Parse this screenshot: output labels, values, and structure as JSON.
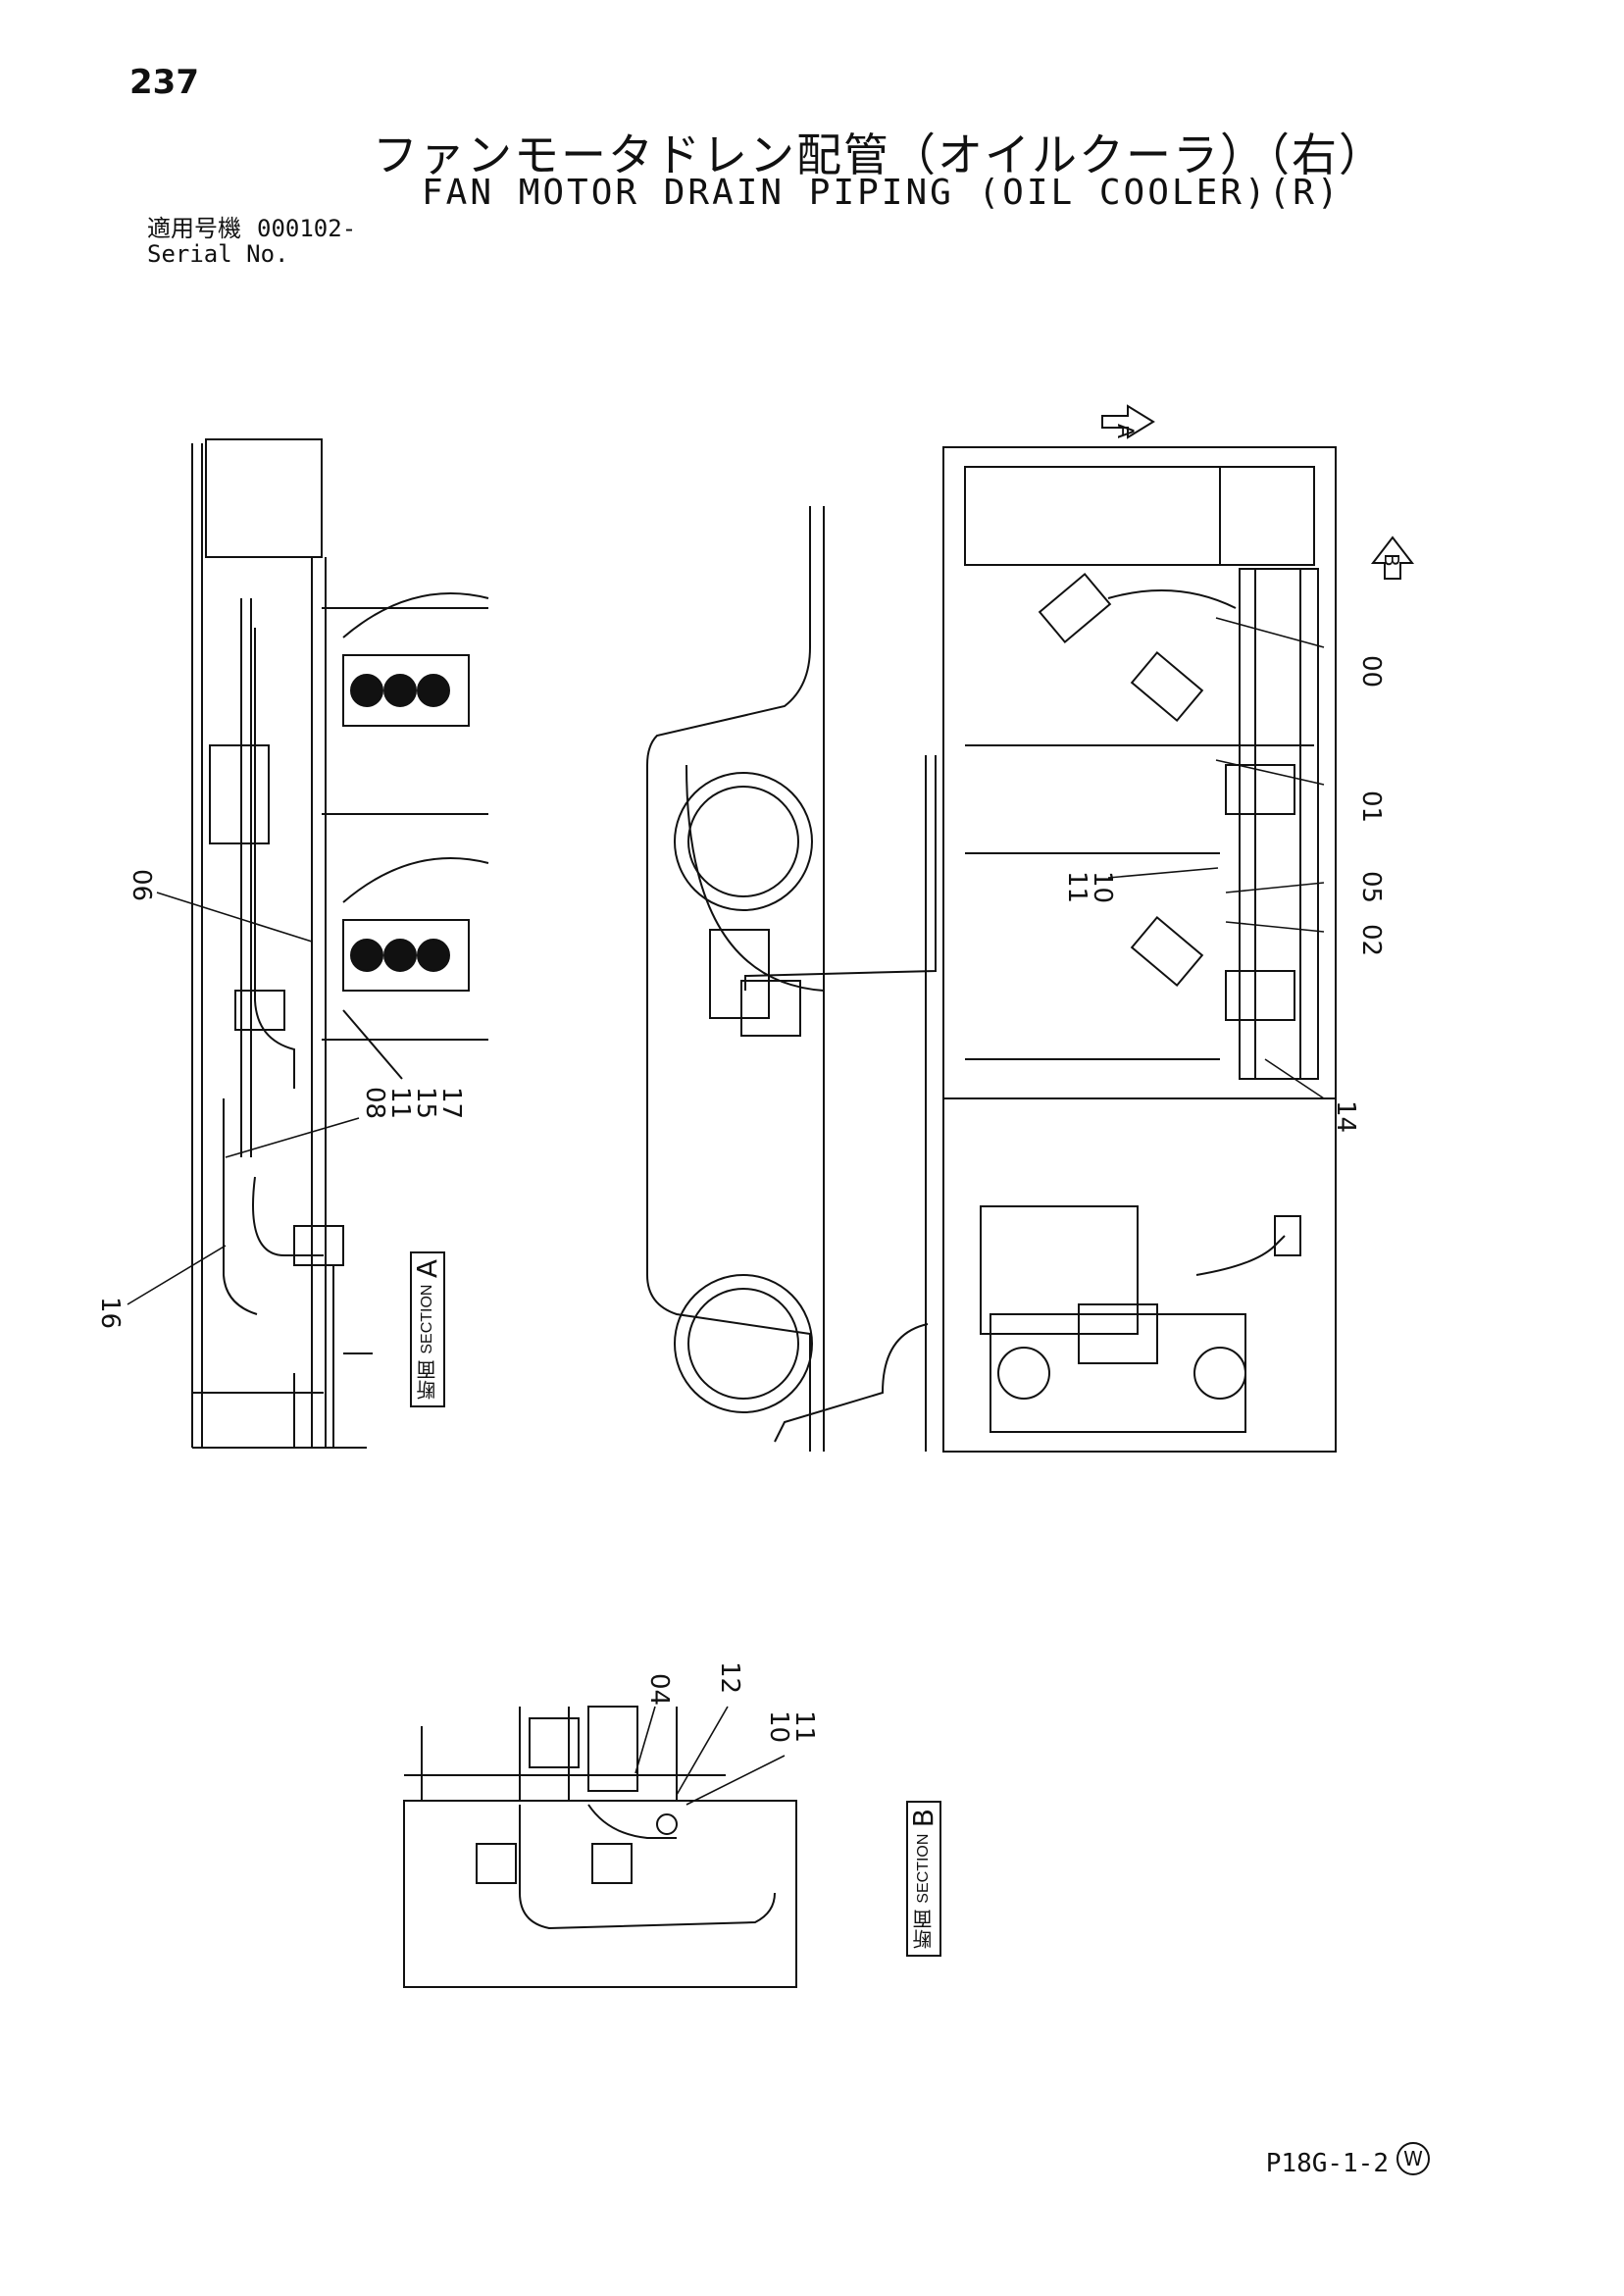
{
  "page": {
    "number": "237",
    "title_jp": "ファンモータドレン配管（オイルクーラ）（右）",
    "title_en": "FAN MOTOR DRAIN PIPING (OIL COOLER)(R)",
    "serial_label_jp": "適用号機",
    "serial_value": "000102-",
    "serial_label_en": "Serial No.",
    "footer_code": "P18G-1-2",
    "w_mark": "W"
  },
  "view_markers": {
    "a": "A",
    "b": "B"
  },
  "callouts": {
    "main": [
      "00",
      "01",
      "11",
      "10",
      "05",
      "02",
      "14"
    ],
    "section_a": [
      "06",
      "08",
      "11",
      "15",
      "17",
      "16"
    ],
    "section_b": [
      "04",
      "12",
      "10",
      "11"
    ]
  },
  "sections": {
    "a": {
      "label_jp": "断面",
      "label_en": "SECTION",
      "letter": "A"
    },
    "b": {
      "label_jp": "断面",
      "label_en": "SECTION",
      "letter": "B"
    }
  },
  "colors": {
    "ink": "#111111",
    "paper": "#ffffff"
  }
}
